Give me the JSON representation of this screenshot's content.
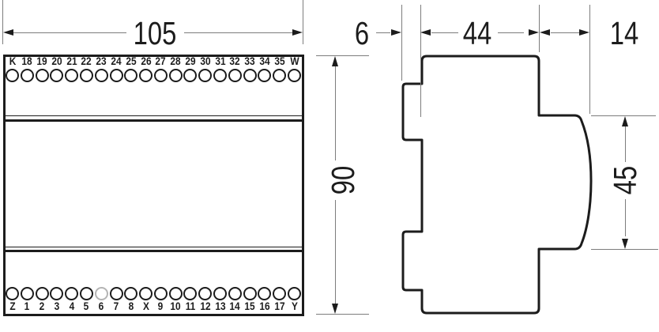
{
  "drawing": {
    "front_view": {
      "width_label": "105",
      "height_label": "90",
      "top_terminals": [
        "K",
        "18",
        "19",
        "20",
        "21",
        "22",
        "23",
        "24",
        "25",
        "26",
        "27",
        "28",
        "29",
        "30",
        "31",
        "32",
        "33",
        "34",
        "35",
        "W"
      ],
      "bottom_terminals": [
        "Z",
        "1",
        "2",
        "3",
        "4",
        "5",
        "6",
        "7",
        "8",
        "X",
        "9",
        "10",
        "11",
        "12",
        "13",
        "14",
        "15",
        "16",
        "17",
        "Y"
      ],
      "muted_bottom_index": 6
    },
    "side_view": {
      "clip_depth_label": "6",
      "body_depth_label": "44",
      "front_depth_label": "14",
      "front_height_label": "45"
    },
    "colors": {
      "outline": "#1c1c1c",
      "thin_line": "#7d7d7d",
      "muted_circle": "#b4b4b4"
    }
  }
}
